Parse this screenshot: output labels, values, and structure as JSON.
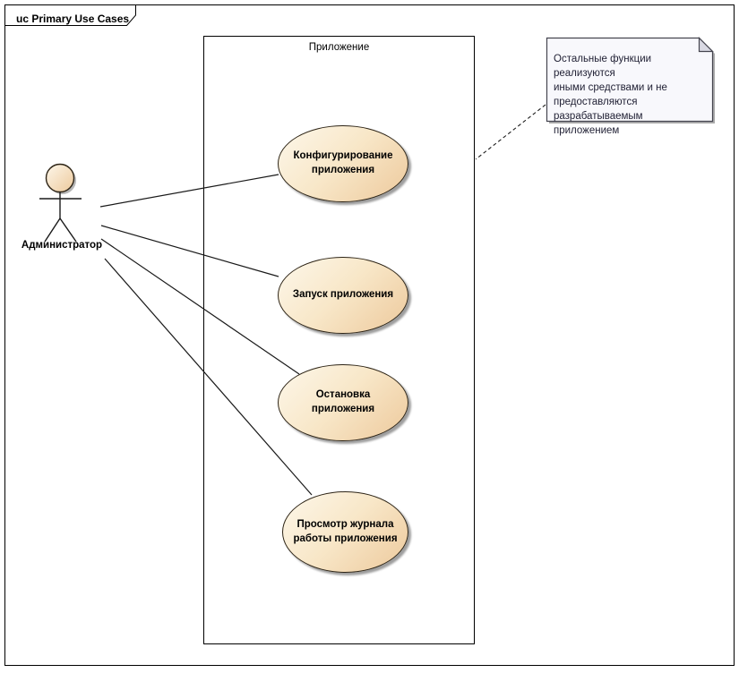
{
  "frame": {
    "title": "uc Primary Use Cases"
  },
  "boundary": {
    "label": "Приложение"
  },
  "actor": {
    "label": "Администратор"
  },
  "use_cases": [
    {
      "label": "Конфигурирование\nприложения"
    },
    {
      "label": "Запуск приложения"
    },
    {
      "label": "Остановка\nприложения"
    },
    {
      "label": "Просмотр журнала\nработы приложения"
    }
  ],
  "note": {
    "text": "Остальные функции реализуются\nиными средствами и не\nпредоставляются\nразрабатываемым приложением"
  },
  "connectors": [
    {
      "from": "actor",
      "to": "use-case-1",
      "style": "solid"
    },
    {
      "from": "actor",
      "to": "use-case-2",
      "style": "solid"
    },
    {
      "from": "actor",
      "to": "use-case-3",
      "style": "solid"
    },
    {
      "from": "actor",
      "to": "use-case-4",
      "style": "solid"
    },
    {
      "from": "note",
      "to": "boundary",
      "style": "dashed"
    }
  ],
  "colors": {
    "ellipse-fill-light": "#fdf7ea",
    "ellipse-fill-mid": "#f8e7c8",
    "ellipse-fill-dark": "#edc99c",
    "ellipse-border": "#2d2416",
    "note-fill": "#f8f8fc",
    "note-fold": "#d9d9e3",
    "note-border": "#45454f",
    "shadow": "#9e9e9e",
    "line": "#1a1a1a",
    "text": "#000000",
    "note-text": "#1f1f33"
  }
}
